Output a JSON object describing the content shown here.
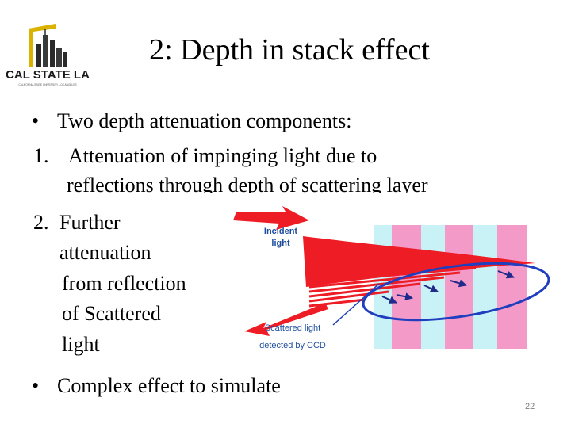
{
  "logo": {
    "text": "CAL STATE LA",
    "subtext": "CALIFORNIA STATE UNIVERSITY, LOS ANGELES"
  },
  "title": "2: Depth in stack effect",
  "bullets": [
    {
      "marker": "•",
      "text": "Two depth attenuation components:"
    },
    {
      "marker": "1.",
      "line1": "Attenuation of impinging light due to",
      "line2": "reflections through depth of scattering layer"
    },
    {
      "marker": "2.",
      "lines": [
        "Further",
        "attenuation",
        "from reflection",
        "of Scattered",
        "light"
      ]
    },
    {
      "marker": "•",
      "text": "Complex effect to simulate"
    }
  ],
  "diagram": {
    "incident_label": [
      "Incident",
      "light"
    ],
    "scattered_label": [
      "Scattered light",
      "detected by CCD"
    ],
    "colors": {
      "stripe_pink": "#f39ac8",
      "stripe_cyan": "#c9f2f7",
      "beam": "#ee1c24",
      "ellipse": "#1f3fbf",
      "arrow": "#1f2a8a",
      "label_blue": "#1f4e9e"
    }
  },
  "page_number": "22"
}
